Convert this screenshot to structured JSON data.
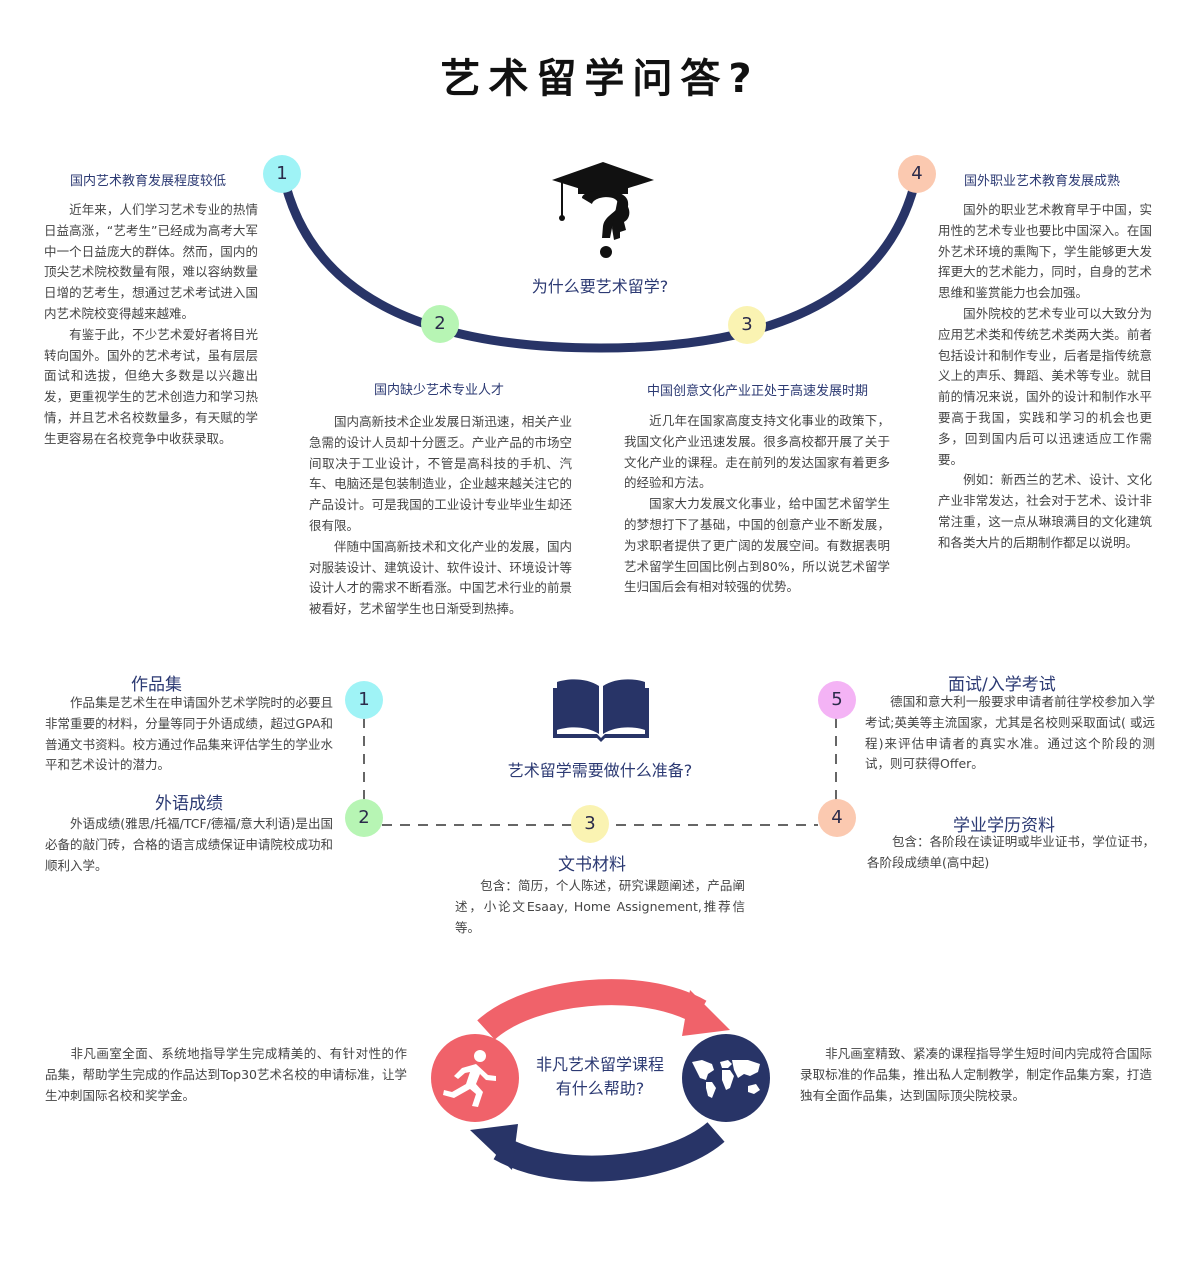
{
  "page_title": "艺术留学问答?",
  "section1": {
    "center_label": "为什么要艺术留学?",
    "items": [
      {
        "number": "1",
        "heading": "国内艺术教育发展程度较低",
        "paragraphs": [
          "近年来，人们学习艺术专业的热情日益高涨，“艺考生”已经成为高考大军中一个日益庞大的群体。然而，国内的顶尖艺术院校数量有限，难以容纳数量日增的艺考生，想通过艺术考试进入国内艺术院校变得越来越难。",
          "有鉴于此，不少艺术爱好者将目光转向国外。国外的艺术考试，虽有层层面试和选拔，但绝大多数是以兴趣出发，更重视学生的艺术创造力和学习热情，并且艺术名校数量多，有天赋的学生更容易在名校竞争中收获录取。"
        ]
      },
      {
        "number": "2",
        "heading": "国内缺少艺术专业人才",
        "paragraphs": [
          "国内高新技术企业发展日渐迅速，相关产业急需的设计人员却十分匮乏。产业产品的市场空间取决于工业设计，不管是高科技的手机、汽车、电脑还是包装制造业，企业越来越关注它的产品设计。可是我国的工业设计专业毕业生却还很有限。",
          "伴随中国高新技术和文化产业的发展，国内对服装设计、建筑设计、软件设计、环境设计等设计人才的需求不断看涨。中国艺术行业的前景被看好，艺术留学生也日渐受到热捧。"
        ]
      },
      {
        "number": "3",
        "heading": "中国创意文化产业正处于高速发展时期",
        "paragraphs": [
          "近几年在国家高度支持文化事业的政策下，我国文化产业迅速发展。很多高校都开展了关于文化产业的课程。走在前列的发达国家有着更多的经验和方法。",
          "国家大力发展文化事业，给中国艺术留学生的梦想打下了基础，中国的创意产业不断发展，为求职者提供了更广阔的发展空间。有数据表明艺术留学生回国比例占到80%，所以说艺术留学生归国后会有相对较强的优势。"
        ]
      },
      {
        "number": "4",
        "heading": "国外职业艺术教育发展成熟",
        "paragraphs": [
          "国外的职业艺术教育早于中国，实用性的艺术专业也要比中国深入。在国外艺术环境的熏陶下，学生能够更大发挥更大的艺术能力，同时，自身的艺术思维和鉴赏能力也会加强。",
          "国外院校的艺术专业可以大致分为应用艺术类和传统艺术类两大类。前者包括设计和制作专业，后者是指传统意义上的声乐、舞蹈、美术等专业。就目前的情况来说，国外的设计和制作水平要高于我国，实践和学习的机会也更多，回到国内后可以迅速适应工作需要。",
          "例如：新西兰的艺术、设计、文化产业非常发达，社会对于艺术、设计非常注重，这一点从琳琅满目的文化建筑和各类大片的后期制作都足以说明。"
        ]
      }
    ]
  },
  "section2": {
    "center_label": "艺术留学需要做什么准备?",
    "items": [
      {
        "number": "1",
        "heading": "作品集",
        "text": "作品集是艺术生在申请国外艺术学院时的必要且非常重要的材料，分量等同于外语成绩，超过GPA和普通文书资料。校方通过作品集来评估学生的学业水平和艺术设计的潜力。"
      },
      {
        "number": "2",
        "heading": "外语成绩",
        "text": "外语成绩(雅思/托福/TCF/德福/意大利语)是出国必备的敲门砖，合格的语言成绩保证申请院校成功和顺利入学。"
      },
      {
        "number": "3",
        "heading": "文书材料",
        "text": "包含：简历，个人陈述，研究课题阐述，产品阐述，小论文Esaay, Home Assignement,推荐信等。"
      },
      {
        "number": "4",
        "heading": "学业学历资料",
        "text": "包含：各阶段在读证明或毕业证书，学位证书，各阶段成绩单(高中起)"
      },
      {
        "number": "5",
        "heading": "面试/入学考试",
        "text": "德国和意大利一般要求申请者前往学校参加入学考试;英美等主流国家，尤其是名校则采取面试( 或远程)来评估申请者的真实水准。通过这个阶段的测试，则可获得Offer。"
      }
    ]
  },
  "section3": {
    "center_label_line1": "非凡艺术留学课程",
    "center_label_line2": "有什么帮助?",
    "left_text": "非凡画室全面、系统地指导学生完成精美的、有针对性的作品集，帮助学生完成的作品达到Top30艺术名校的申请标准，让学生冲刺国际名校和奖学金。",
    "right_text": "非凡画室精致、紧凑的课程指导学生短时间内完成符合国际录取标准的作品集，推出私人定制教学，制定作品集方案，打造独有全面作品集，达到国际顶尖院校录。"
  },
  "colors": {
    "navy": "#283467",
    "coral": "#f0626a",
    "badge_cyan": "#9ff3f6",
    "badge_green": "#b7f5b4",
    "badge_yellow": "#faf3b2",
    "badge_peach": "#fbc9b0",
    "badge_pink": "#f4b3f5"
  },
  "icons": [
    "graduation-cap-question-icon",
    "open-book-icon",
    "runner-icon",
    "world-map-icon"
  ]
}
